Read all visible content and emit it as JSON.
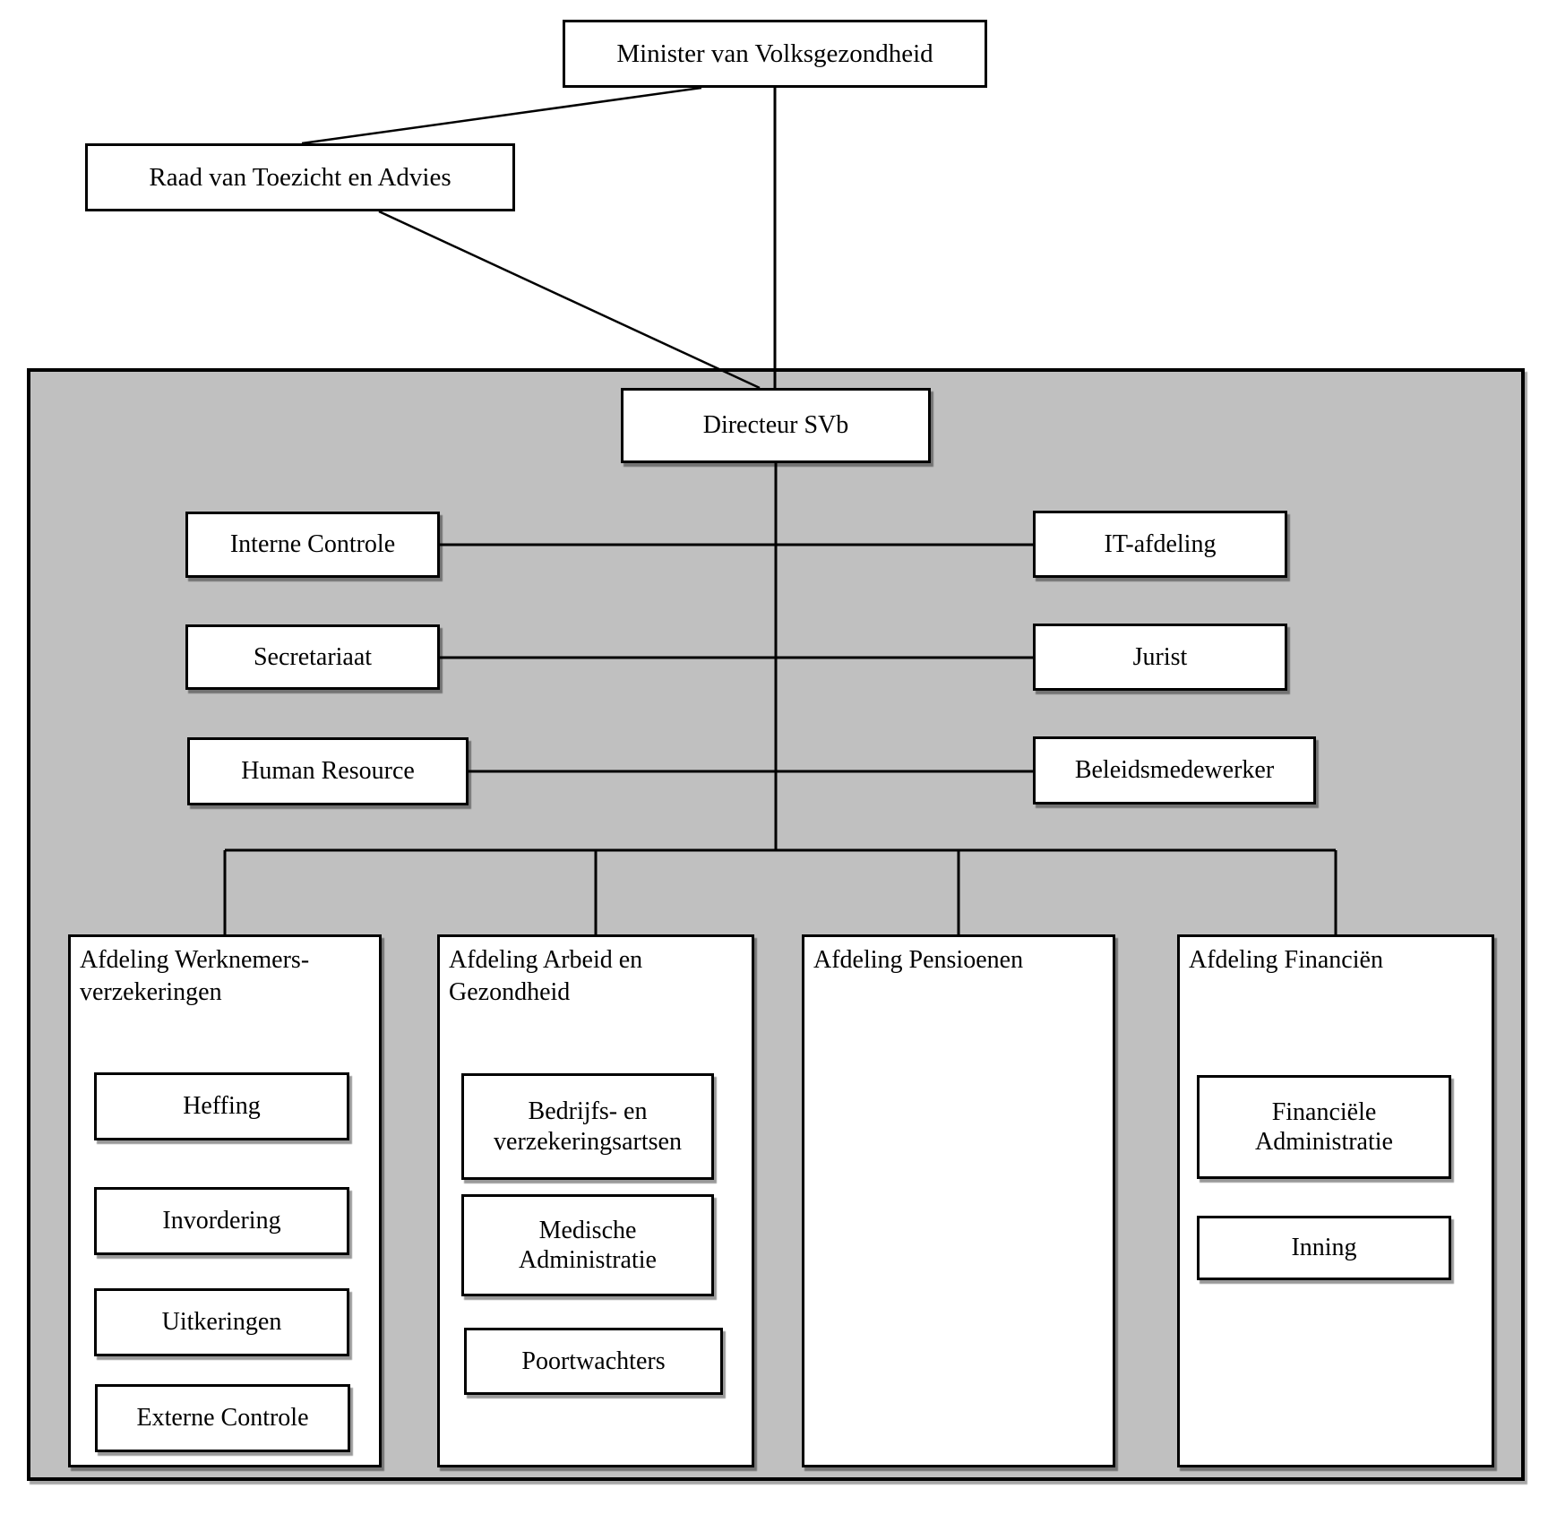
{
  "org": {
    "minister": "Minister van Volksgezondheid",
    "raad": "Raad van Toezicht en Advies",
    "directeur": "Directeur SVb",
    "staff_left": [
      "Interne Controle",
      "Secretariaat",
      "Human Resource"
    ],
    "staff_right": [
      "IT-afdeling",
      "Jurist",
      "Beleidsmedewerker"
    ],
    "departments": [
      {
        "title": "Afdeling Werknemers-verzekeringen",
        "units": [
          "Heffing",
          "Invordering",
          "Uitkeringen",
          "Externe Controle"
        ]
      },
      {
        "title": "Afdeling Arbeid en Gezondheid",
        "units": [
          "Bedrijfs- en verzekeringsartsen",
          "Medische Administratie",
          "Poortwachters"
        ]
      },
      {
        "title": "Afdeling Pensioenen",
        "units": []
      },
      {
        "title": "Afdeling Financiën",
        "units": [
          "Financiële Administratie",
          "Inning"
        ]
      }
    ]
  },
  "colors": {
    "panel_bg": "#c0c0c0",
    "box_bg": "#ffffff",
    "line": "#000000",
    "text": "#000000"
  }
}
